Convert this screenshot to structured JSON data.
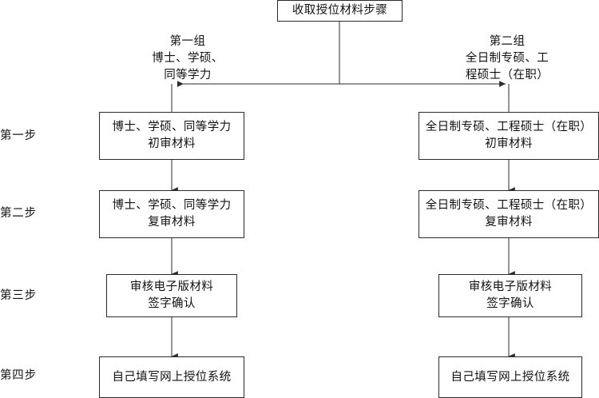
{
  "diagram": {
    "title_node": {
      "label": "收取授位材料步骤",
      "lines": [
        "收取授位材料步骤"
      ]
    },
    "groups": [
      {
        "id": "group-left",
        "name": "第一组",
        "lines": [
          "第一组",
          "博士、学硕、",
          "同等学力"
        ]
      },
      {
        "id": "group-right",
        "name": "第二组",
        "lines": [
          "第二组",
          "全日制专硕、工",
          "程硕士（在职）"
        ]
      }
    ],
    "step_labels": [
      {
        "id": "step-1",
        "label": "第一步"
      },
      {
        "id": "step-2",
        "label": "第二步"
      },
      {
        "id": "step-3",
        "label": "第三步"
      },
      {
        "id": "step-4",
        "label": "第四步"
      }
    ],
    "left_column": [
      {
        "id": "node-l1",
        "step": "第一步",
        "lines": [
          "博士、学硕、同等学力",
          "初审材料"
        ]
      },
      {
        "id": "node-l2",
        "step": "第二步",
        "lines": [
          "博士、学硕、同等学力",
          "复审材料"
        ]
      },
      {
        "id": "node-l3",
        "step": "第三步",
        "lines": [
          "审核电子版材料",
          "签字确认"
        ]
      },
      {
        "id": "node-l4",
        "step": "第四步",
        "lines": [
          "自己填写网上授位系统"
        ]
      }
    ],
    "right_column": [
      {
        "id": "node-r1",
        "step": "第一步",
        "lines": [
          "全日制专硕、工程硕士（在职）",
          "初审材料"
        ]
      },
      {
        "id": "node-r2",
        "step": "第二步",
        "lines": [
          "全日制专硕、工程硕士（在职）",
          "复审材料"
        ]
      },
      {
        "id": "node-r3",
        "step": "第三步",
        "lines": [
          "审核电子版材料",
          "签字确认"
        ]
      },
      {
        "id": "node-r4",
        "step": "第四步",
        "lines": [
          "自己填写网上授位系统"
        ]
      }
    ],
    "colors": {
      "stroke": "#2b2b2b",
      "text": "#111111",
      "background": "#ffffff"
    }
  }
}
